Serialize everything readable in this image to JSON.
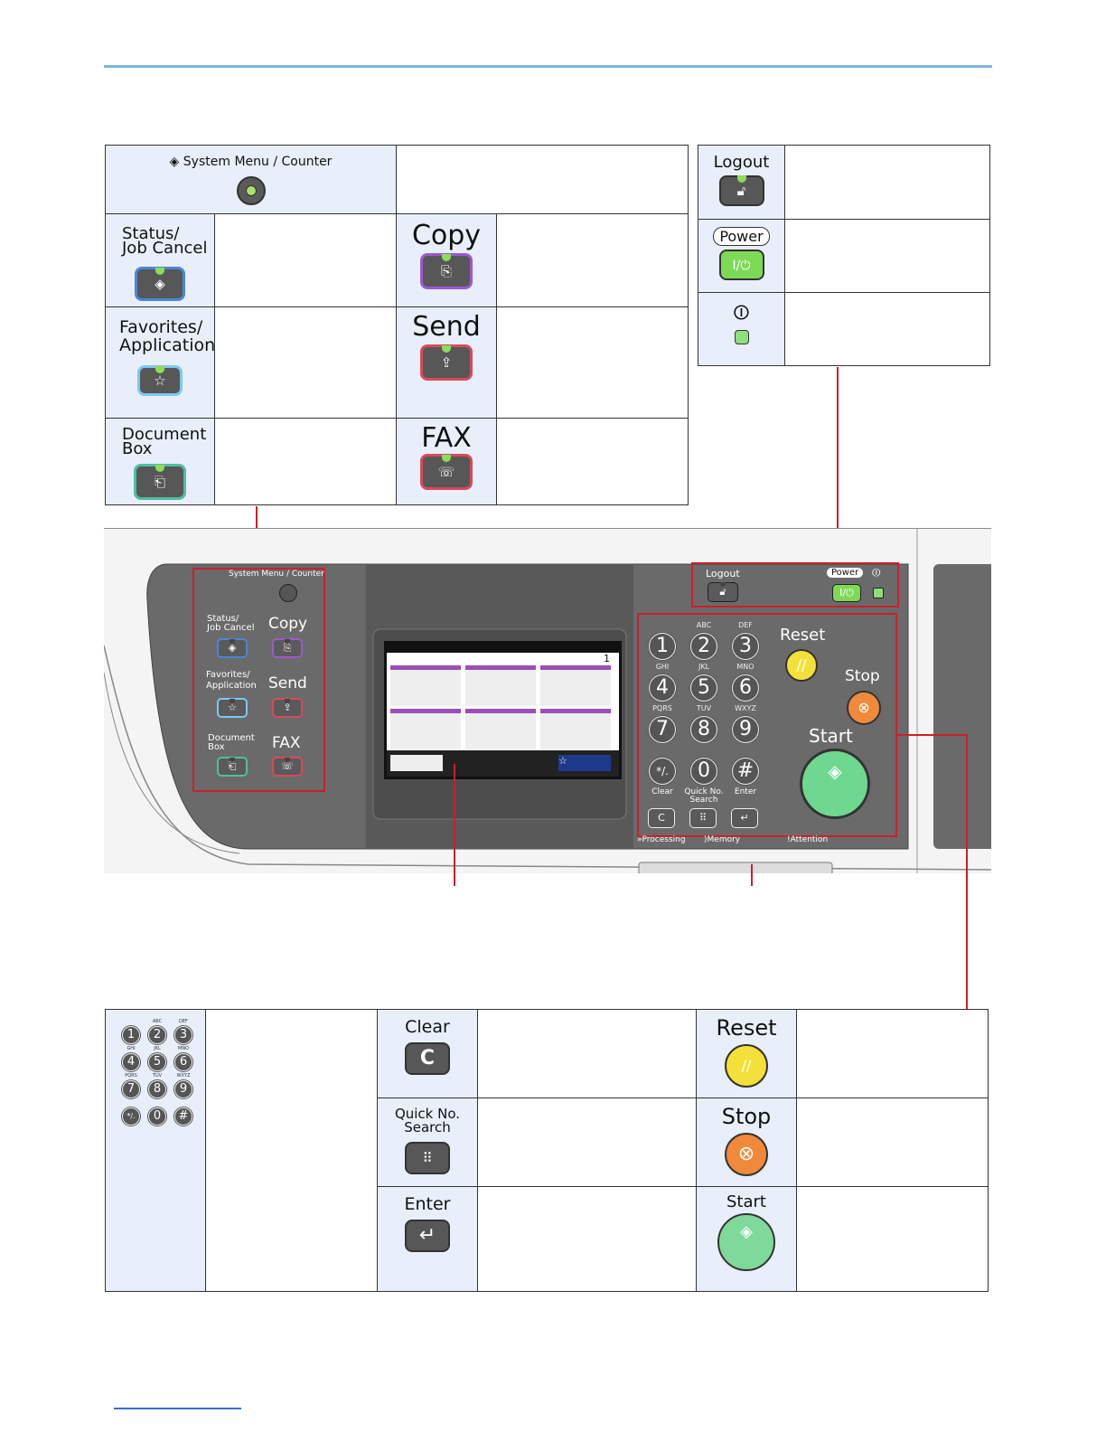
{
  "system_menu": {
    "label": "System Menu / Counter"
  },
  "status": {
    "label_line1": "Status/",
    "label_line2": "Job Cancel"
  },
  "copy": {
    "label": "Copy"
  },
  "favorites": {
    "label_line1": "Favorites/",
    "label_line2": "Application"
  },
  "send": {
    "label": "Send"
  },
  "document_box": {
    "label_line1": "Document",
    "label_line2": "Box"
  },
  "fax": {
    "label": "FAX"
  },
  "logout": {
    "label": "Logout"
  },
  "power": {
    "label": "Power",
    "symbol": "I/⏻"
  },
  "energy_saver": {
    "symbol": "⏼"
  },
  "panel": {
    "system_menu": "System Menu / Counter",
    "status_l1": "Status/",
    "status_l2": "Job Cancel",
    "copy": "Copy",
    "favorites_l1": "Favorites/",
    "favorites_l2": "Application",
    "send": "Send",
    "docbox_l1": "Document",
    "docbox_l2": "Box",
    "fax": "FAX",
    "logout": "Logout",
    "power": "Power",
    "power_symbol": "I/⏻",
    "reset": "Reset",
    "stop": "Stop",
    "start": "Start",
    "clear": "Clear",
    "quick_l1": "Quick No.",
    "quick_l2": "Search",
    "enter": "Enter",
    "processing": "»Processing",
    "memory": "⟩Memory",
    "attention": "!Attention",
    "screen_counter": "1",
    "keys": [
      "1",
      "2",
      "3",
      "4",
      "5",
      "6",
      "7",
      "8",
      "9",
      "*/.",
      "0",
      "#"
    ],
    "key_subs": [
      "",
      "ABC",
      "DEF",
      "GHI",
      "JKL",
      "MNO",
      "PQRS",
      "TUV",
      "WXYZ"
    ]
  },
  "bottom": {
    "clear": "Clear",
    "clear_key": "C",
    "quick_l1": "Quick No.",
    "quick_l2": "Search",
    "enter": "Enter",
    "reset": "Reset",
    "stop": "Stop",
    "start": "Start"
  },
  "colors": {
    "accent_red": "#cc1f2b",
    "panel_gray": "#6a6a6a",
    "table_blue": "#e8effb"
  }
}
